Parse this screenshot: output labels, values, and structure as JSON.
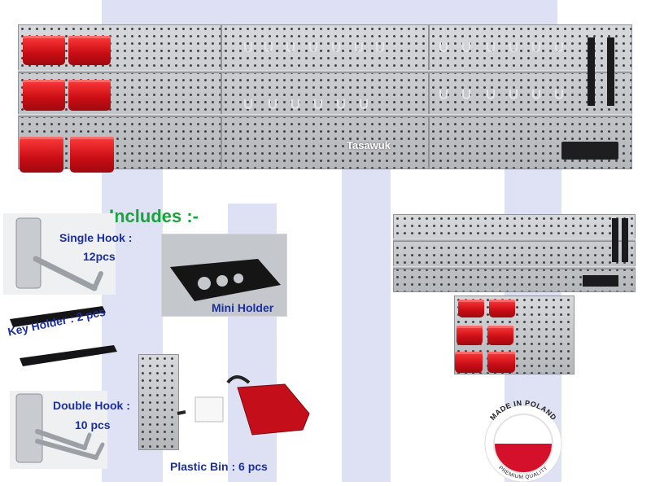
{
  "brand": "Tasawuk",
  "heading": "Includes :-",
  "items": {
    "single_hook": {
      "name": "Single Hook :",
      "qty": "12pcs"
    },
    "key_holder": {
      "name": "Key Holder : 2 pcs"
    },
    "mini_holder": {
      "name": "Mini Holder"
    },
    "double_hook": {
      "name": "Double Hook :",
      "qty": "10 pcs"
    },
    "plastic_bin": {
      "name": "Plastic Bin : 6 pcs"
    }
  },
  "badge": {
    "top_text": "MADE IN POLAND",
    "bottom_text": "PREMIUM QUALITY",
    "colors": {
      "white": "#ffffff",
      "red": "#d4102a",
      "ring": "#222222"
    }
  },
  "colors": {
    "bin_red": "#d4101a",
    "label_blue": "#1c2fa0",
    "heading_green": "#19a33b",
    "watermark": "#d9dcf2"
  }
}
